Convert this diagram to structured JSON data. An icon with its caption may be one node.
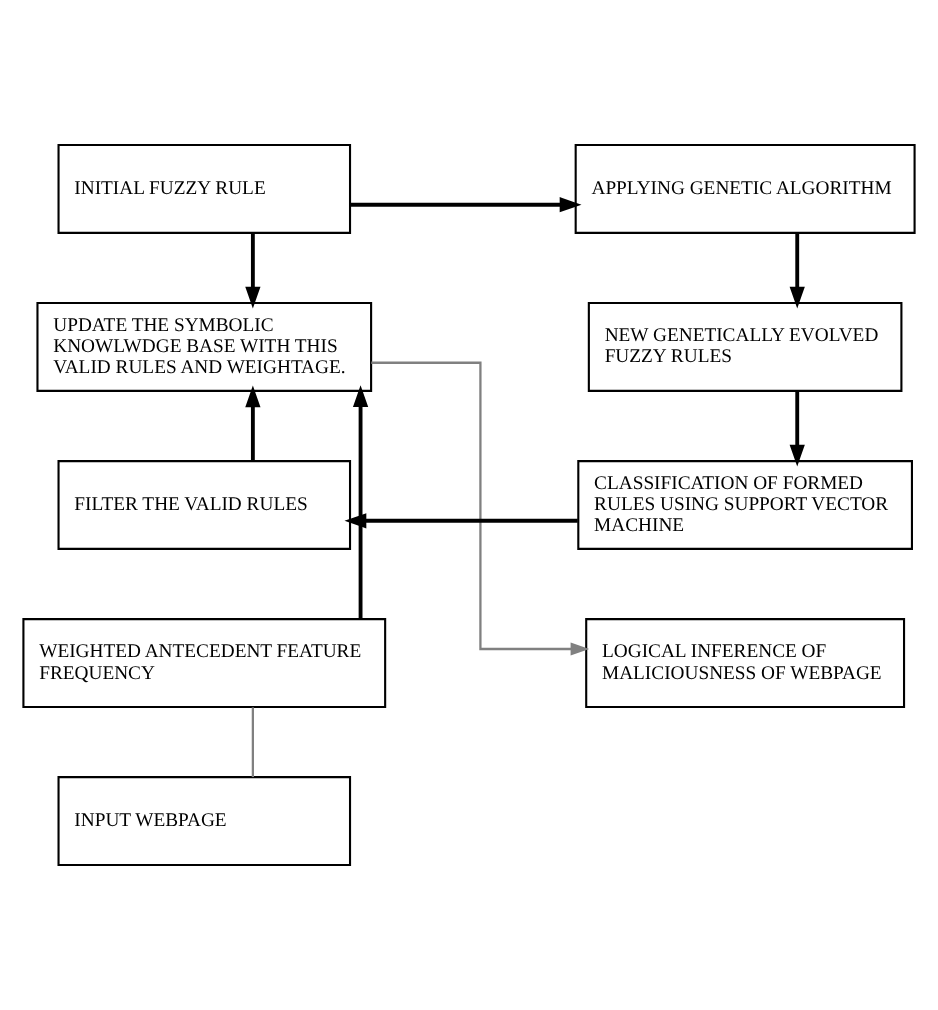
{
  "diagram": {
    "nodes": [
      {
        "text": [
          "INITIAL FUZZY RULE"
        ]
      },
      {
        "text": [
          "APPLYING GENETIC ALGORITHM"
        ]
      },
      {
        "text": [
          "UPDATE THE SYMBOLIC KNOWLWDGE BASE WITH THIS VALID RULES AND WEIGHTAGE."
        ]
      },
      {
        "text": [
          "NEW GENETICALLY EVOLVED FUZZY RULES"
        ]
      },
      {
        "text": [
          "FILTER THE VALID RULES"
        ]
      },
      {
        "text": [
          "CLASSIFICATION OF FORMED RULES USING SUPPORT VECTOR MACHINE"
        ]
      },
      {
        "text": [
          "WEIGHTED ANTECEDENT FEATURE FREQUENCY"
        ]
      },
      {
        "text": [
          "LOGICAL INFERENCE OF MALICIOUSNESS OF WEBPAGE"
        ]
      },
      {
        "text": [
          "INPUT WEBPAGE"
        ]
      }
    ],
    "edges": [
      {
        "from": 0,
        "to": 1,
        "arrow": "to"
      },
      {
        "from": 0,
        "to": 2,
        "arrow": "to"
      },
      {
        "from": 1,
        "to": 3,
        "arrow": "to"
      },
      {
        "from": 3,
        "to": 5,
        "arrow": "to"
      },
      {
        "from": 5,
        "to": 4,
        "arrow": "to"
      },
      {
        "from": 4,
        "to": 2,
        "arrow": "to"
      },
      {
        "from": 2,
        "to": 7,
        "arrow": "to",
        "color": "#808080"
      },
      {
        "from": 8,
        "to": 6,
        "arrow": "none",
        "color": "#808080"
      },
      {
        "from": 6,
        "to": 2,
        "arrow": "to"
      }
    ]
  }
}
